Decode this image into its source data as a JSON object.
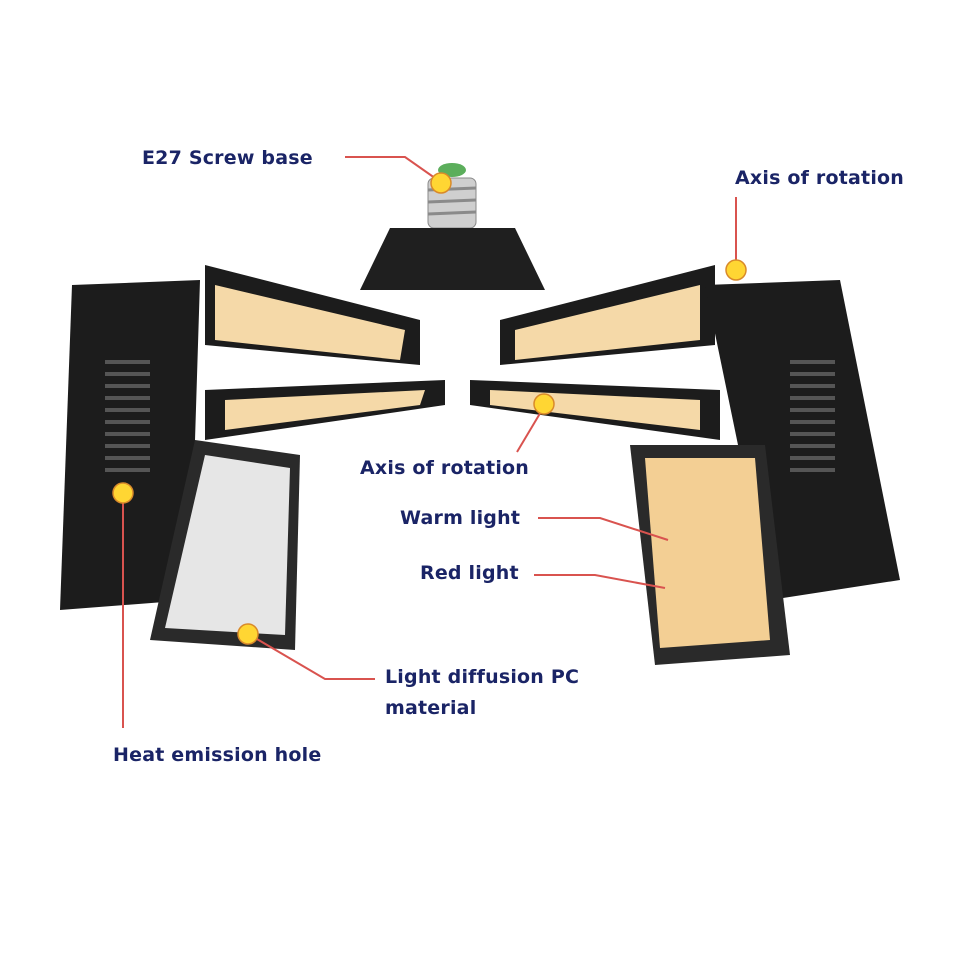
{
  "diagram": {
    "type": "product-annotation",
    "subject": "Foldable 4-panel LED grow light with E27 base",
    "colors": {
      "label_text": "#1a2466",
      "leader_line": "#d9534f",
      "marker": "#ffd633",
      "housing": "#1c1c1c",
      "warm_panel": "#f5d9a8",
      "diffuser_panel": "#e6e6e6"
    },
    "labels": [
      {
        "id": "e27",
        "text": "E27 Screw base"
      },
      {
        "id": "axis_top",
        "text": "Axis of rotation"
      },
      {
        "id": "axis_center",
        "text": "Axis of rotation"
      },
      {
        "id": "warm",
        "text": "Warm light"
      },
      {
        "id": "red",
        "text": "Red light"
      },
      {
        "id": "diffusion_1",
        "text": "Light diffusion PC"
      },
      {
        "id": "diffusion_2",
        "text": "material"
      },
      {
        "id": "heat",
        "text": "Heat emission hole"
      }
    ]
  }
}
